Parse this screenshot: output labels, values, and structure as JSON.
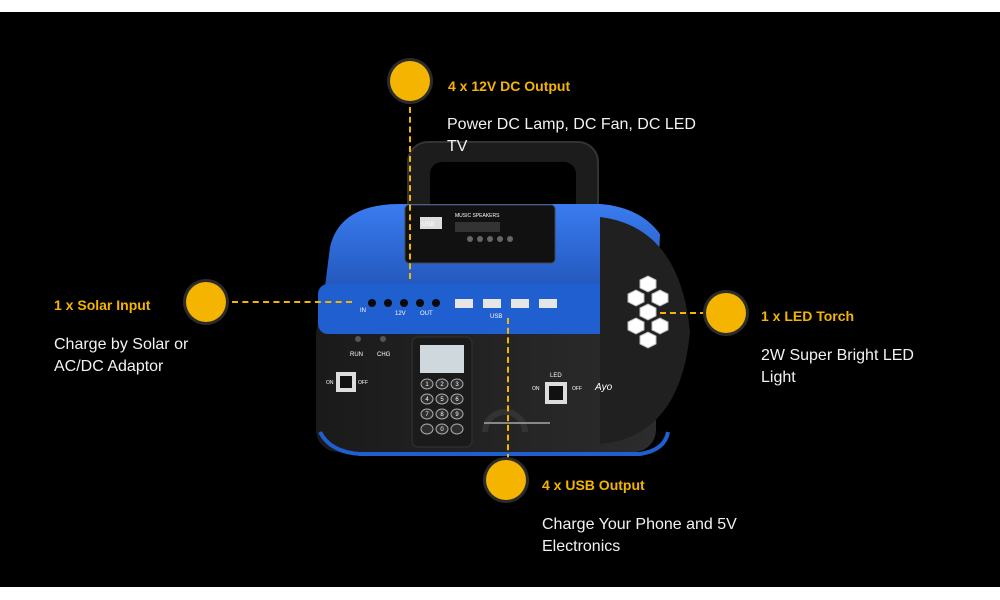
{
  "features": {
    "dc_output": {
      "title": "4 x 12V DC Output",
      "desc": "Power DC Lamp, DC Fan, DC LED TV"
    },
    "solar_input": {
      "title": "1 x Solar Input",
      "desc": "Charge by Solar or AC/DC Adaptor"
    },
    "led_torch": {
      "title": "1 x LED Torch",
      "desc": "2W Super Bright LED Light"
    },
    "usb_output": {
      "title": "4 x USB Output",
      "desc": "Charge Your Phone and 5V Electronics"
    }
  },
  "device_labels": {
    "usb": "USB",
    "music": "MUSIC SPEAKERS",
    "in": "IN",
    "v12": "12V",
    "out": "OUT",
    "usb_out": "USB",
    "run": "RUN",
    "chg": "CHG",
    "on": "ON",
    "off": "OFF",
    "led": "LED",
    "brand": "Ayo",
    "keypad": [
      "1",
      "2",
      "3",
      "4",
      "5",
      "6",
      "7",
      "8",
      "9",
      "",
      "0",
      ""
    ]
  },
  "colors": {
    "accent": "#f5b400",
    "body_blue": "#1f5fd0",
    "background": "#000000"
  }
}
